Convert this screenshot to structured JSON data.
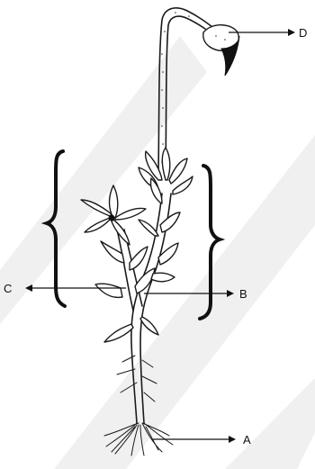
{
  "labels": {
    "a": "A",
    "b": "B",
    "c": "C",
    "d": "D"
  },
  "colors": {
    "ink": "#1a1a1a",
    "background": "#ffffff",
    "watermark": "#f0f0f0"
  }
}
